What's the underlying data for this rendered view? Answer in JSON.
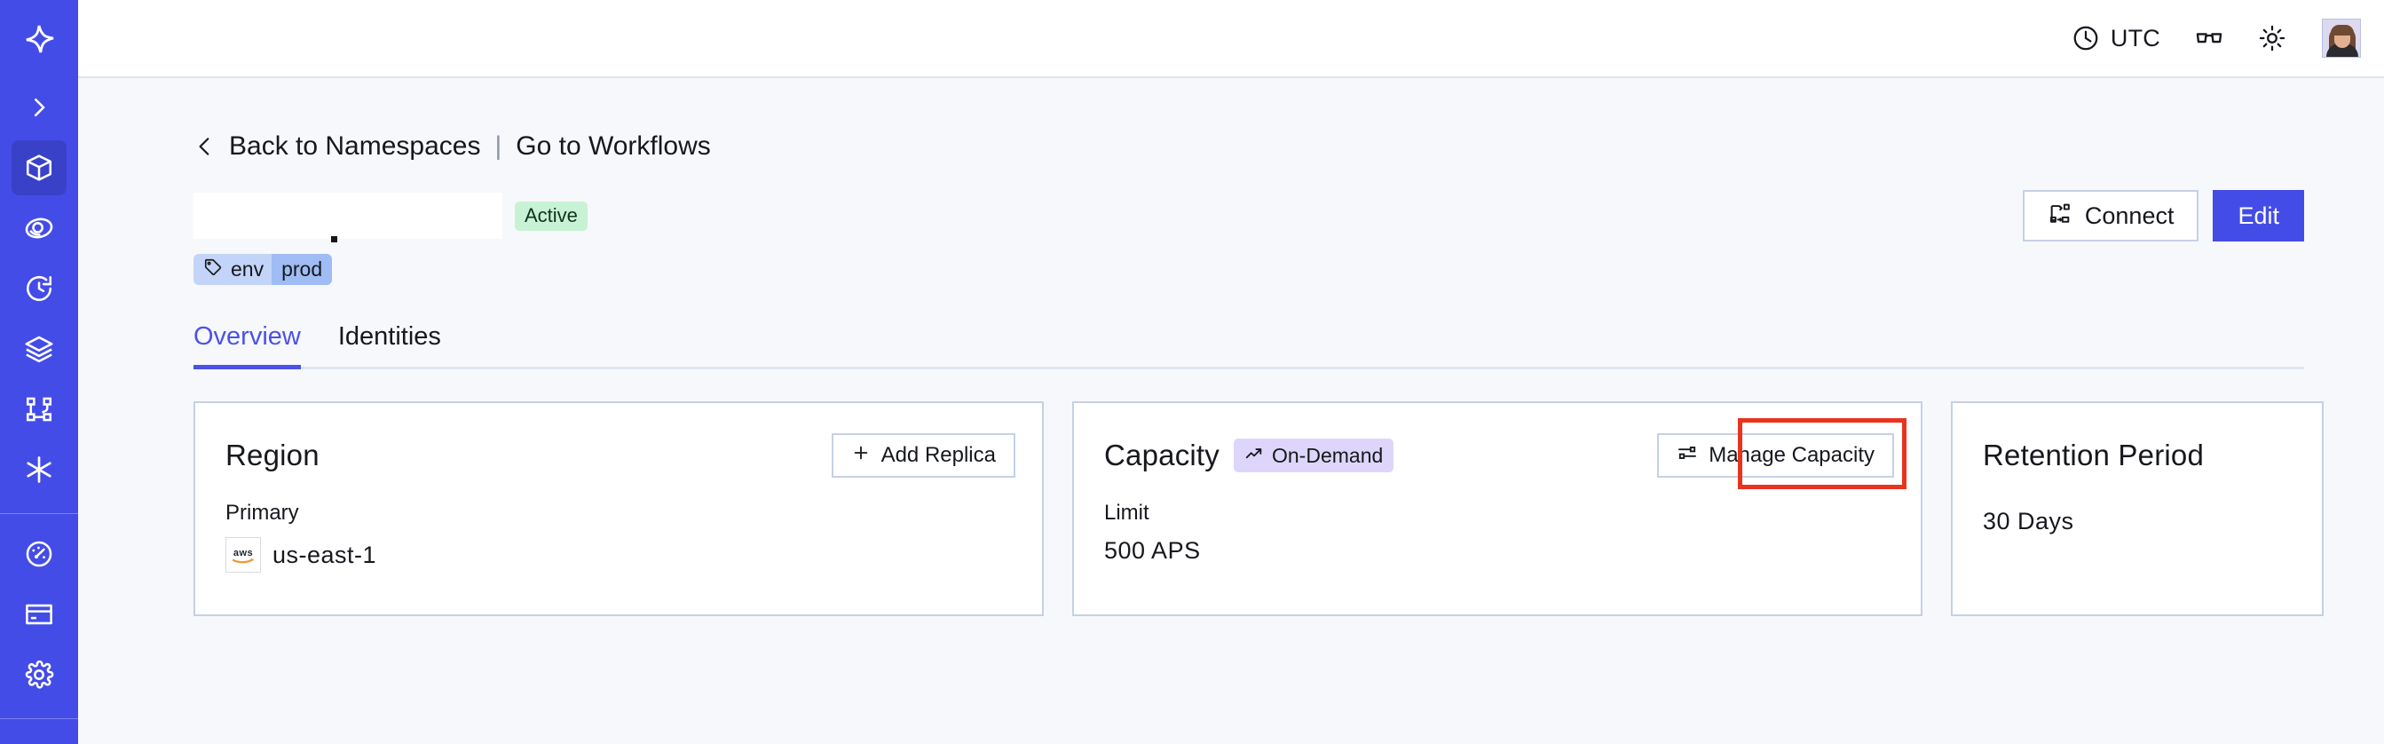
{
  "sidebar": {
    "items": [
      {
        "name": "logo",
        "icon": "temporal-logo-icon",
        "label": "Temporal",
        "active": false
      },
      {
        "name": "expand",
        "icon": "chevron-right-icon",
        "label": "Expand navigation",
        "active": false
      },
      {
        "name": "namespaces",
        "icon": "cube-icon",
        "label": "Namespaces",
        "active": true
      },
      {
        "name": "observability",
        "icon": "eye-icon",
        "label": "Observability",
        "active": false
      },
      {
        "name": "schedules",
        "icon": "clock-rotate-icon",
        "label": "Schedules",
        "active": false
      },
      {
        "name": "batch",
        "icon": "layers-icon",
        "label": "Batch Operations",
        "active": false
      },
      {
        "name": "workflows",
        "icon": "flow-branch-icon",
        "label": "Workflows",
        "active": false
      },
      {
        "name": "nexus",
        "icon": "asterisk-icon",
        "label": "Nexus",
        "active": false
      },
      {
        "name": "usage",
        "icon": "gauge-icon",
        "label": "Usage",
        "active": false
      },
      {
        "name": "billing",
        "icon": "credit-card-icon",
        "label": "Billing",
        "active": false
      },
      {
        "name": "settings",
        "icon": "gear-icon",
        "label": "Settings",
        "active": false
      }
    ]
  },
  "topbar": {
    "timezone_label": "UTC",
    "timezone_icon": "clock-icon",
    "glasses_icon": "glasses-icon",
    "theme_icon": "sun-icon",
    "avatar_icon": "user-avatar"
  },
  "breadcrumb": {
    "back_icon": "chevron-left-icon",
    "back_label": "Back to Namespaces",
    "separator": "|",
    "forward_label": "Go to Workflows"
  },
  "header": {
    "namespace_name": "",
    "status_badge": "Active",
    "connect_label": "Connect",
    "connect_icon": "connect-flow-icon",
    "edit_label": "Edit"
  },
  "tags": [
    {
      "icon": "tag-icon",
      "key": "env",
      "value": "prod"
    }
  ],
  "tabs": [
    {
      "label": "Overview",
      "active": true
    },
    {
      "label": "Identities",
      "active": false
    }
  ],
  "cards": {
    "region": {
      "title": "Region",
      "action_label": "Add Replica",
      "action_icon": "plus-icon",
      "sub_label": "Primary",
      "provider_icon": "aws-logo",
      "value": "us-east-1"
    },
    "capacity": {
      "title": "Capacity",
      "mode_badge": "On-Demand",
      "mode_icon": "trending-up-icon",
      "action_label": "Manage Capacity",
      "action_icon": "sliders-icon",
      "sub_label": "Limit",
      "value": "500 APS",
      "highlighted": true
    },
    "retention": {
      "title": "Retention Period",
      "value": "30 Days"
    }
  },
  "colors": {
    "sidebar_bg": "#444ce7",
    "sidebar_active": "#3a41c9",
    "accent": "#4a52e8",
    "page_bg": "#f7f8fb",
    "card_border": "#c5d0e6",
    "status_green": "#c8f2d4",
    "badge_purple": "#ddd6fa",
    "tag_blue": "#c2d4f7",
    "tag_value_blue": "#9fbcf5",
    "highlight_red": "#e8341f"
  }
}
